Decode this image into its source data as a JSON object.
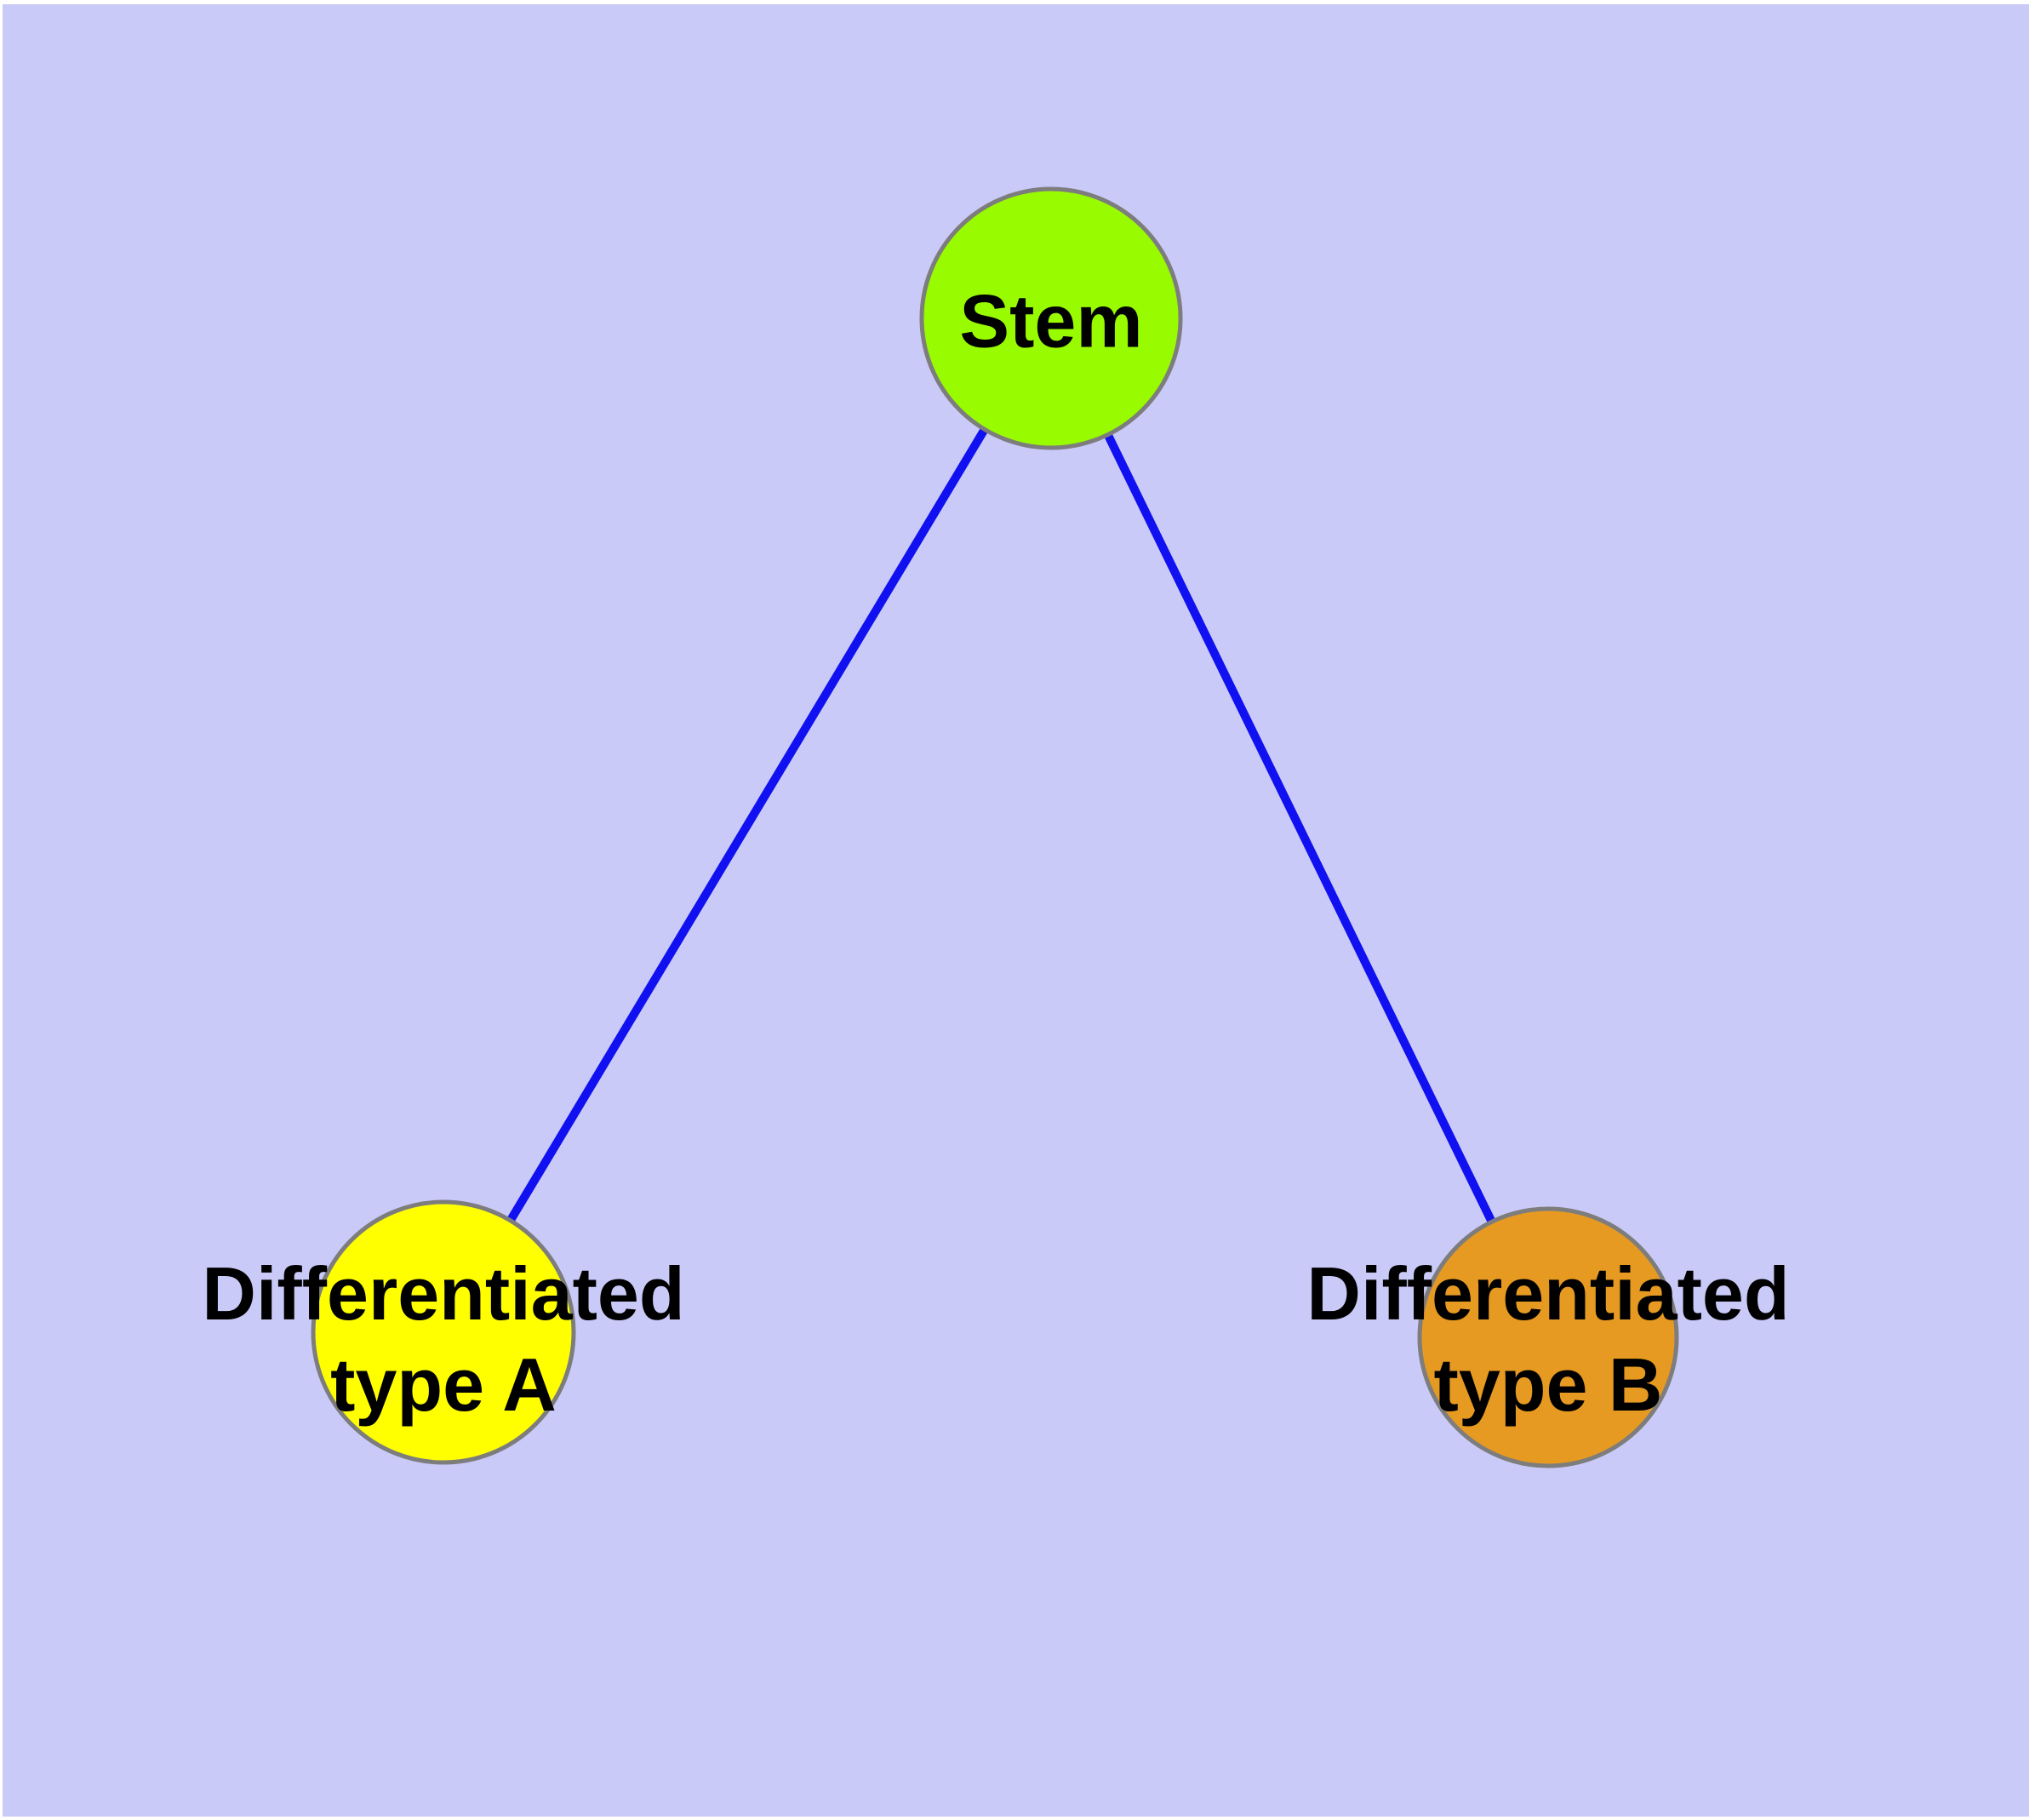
{
  "theme": {
    "page_bg": "#ffffff",
    "canvas_bg": "#cacaf8",
    "edge_color": "#1010f0",
    "node_border": "#7d7d7d",
    "label_color": "#000000"
  },
  "graph": {
    "nodes": {
      "stem": {
        "label": "Stem",
        "fill": "#98fb00"
      },
      "type_a": {
        "label_line1": "Differentiated",
        "label_line2": "type A",
        "fill": "#ffff00"
      },
      "type_b": {
        "label_line1": "Differentiated",
        "label_line2": "type B",
        "fill": "#e69a21"
      }
    },
    "edges": [
      {
        "from": "Stem",
        "to": "Differentiated type A"
      },
      {
        "from": "Stem",
        "to": "Differentiated type B"
      }
    ]
  }
}
